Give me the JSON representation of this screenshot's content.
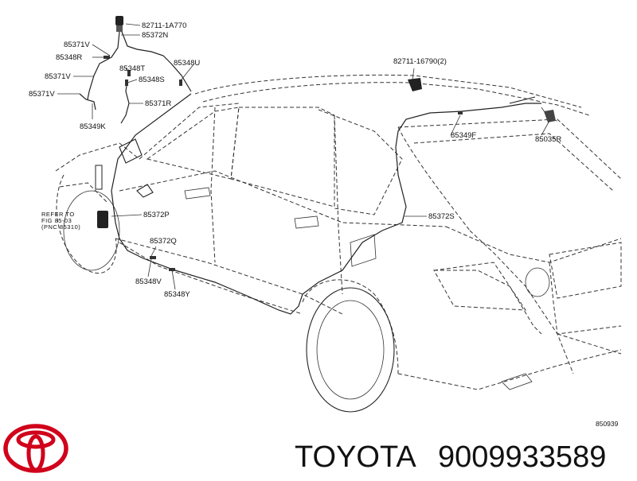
{
  "labels": {
    "p1": "82711-1A770",
    "p2": "85372N",
    "p3": "85371V",
    "p4": "85348R",
    "p5": "85348T",
    "p6": "85348U",
    "p7": "85371V",
    "p8": "85348S",
    "p9": "85371V",
    "p10": "85371R",
    "p11": "85349K",
    "p12": "82711-16790(2)",
    "p13": "85349F",
    "p14": "85035R",
    "p15": "85372P",
    "p16": "85372S",
    "p17": "85372Q",
    "p18": "85348V",
    "p19": "85348Y"
  },
  "refer": {
    "line1": "REFER TO",
    "line2": "FIG 85-03",
    "line3": "(PNC 85310)"
  },
  "figure_code": "850939",
  "brand": {
    "name": "TOYOTA",
    "part_number": "9009933589",
    "logo_color": "#d0021b"
  }
}
